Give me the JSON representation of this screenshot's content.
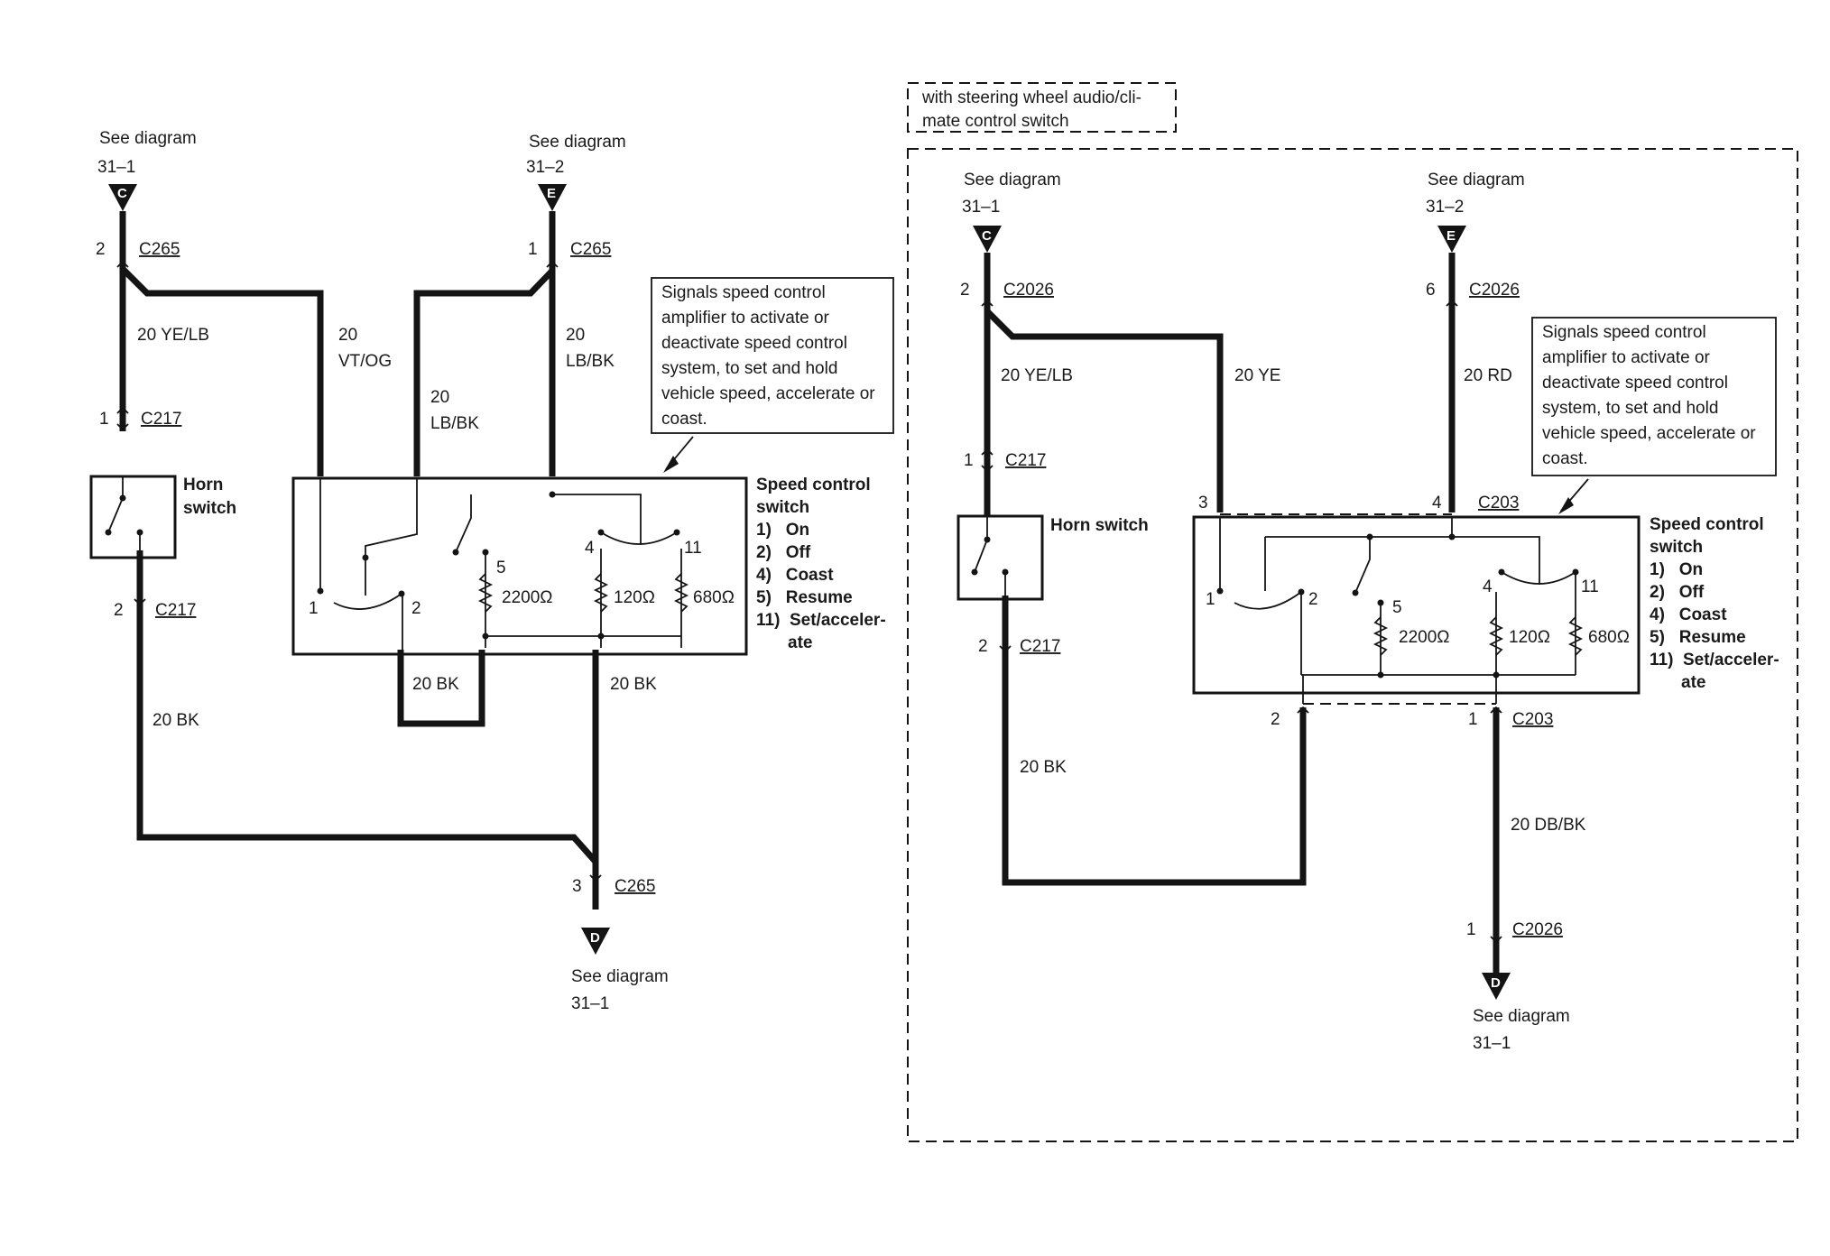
{
  "see_diagram_label": "See diagram",
  "ref_31_1": "31–1",
  "ref_31_2": "31–2",
  "letter_c": "C",
  "letter_e": "E",
  "letter_d": "D",
  "left": {
    "conn_c265": "C265",
    "conn_c217": "C217",
    "pin_2": "2",
    "pin_1": "1",
    "pin_3": "3",
    "wire_ye_lb": "20 YE/LB",
    "wire_vt_og_num": "20",
    "wire_vt_og": "VT/OG",
    "wire_lb_bk_num": "20",
    "wire_lb_bk": "LB/BK",
    "wire_bk": "20 BK",
    "horn_switch_l1": "Horn",
    "horn_switch_l2": "switch",
    "callout": [
      "Signals speed control",
      "amplifier to activate or",
      "deactivate speed control",
      "system, to set and hold",
      "vehicle speed, accelerate or",
      "coast."
    ]
  },
  "right": {
    "option_label": [
      "with steering wheel audio/cli-",
      "mate control switch"
    ],
    "conn_c2026": "C2026",
    "conn_c217": "C217",
    "conn_c203": "C203",
    "pin_2": "2",
    "pin_6": "6",
    "pin_1": "1",
    "pin_3": "3",
    "pin_4": "4",
    "wire_ye_lb": "20 YE/LB",
    "wire_ye": "20 YE",
    "wire_rd": "20 RD",
    "wire_bk": "20 BK",
    "wire_db_bk": "20 DB/BK",
    "horn_switch": "Horn switch",
    "callout": [
      "Signals speed control",
      "amplifier to activate or",
      "deactivate speed control",
      "system, to set and hold",
      "vehicle speed, accelerate or",
      "coast."
    ]
  },
  "speed_switch": {
    "title_l1": "Speed control",
    "title_l2": "switch",
    "items": [
      "1)   On",
      "2)   Off",
      "4)   Coast",
      "5)   Resume",
      "11)  Set/acceler-"
    ],
    "item_cont": "ate",
    "pos_1": "1",
    "pos_2": "2",
    "pos_4": "4",
    "pos_5": "5",
    "pos_11": "11",
    "r_2200": "2200Ω",
    "r_120": "120Ω",
    "r_680": "680Ω"
  }
}
